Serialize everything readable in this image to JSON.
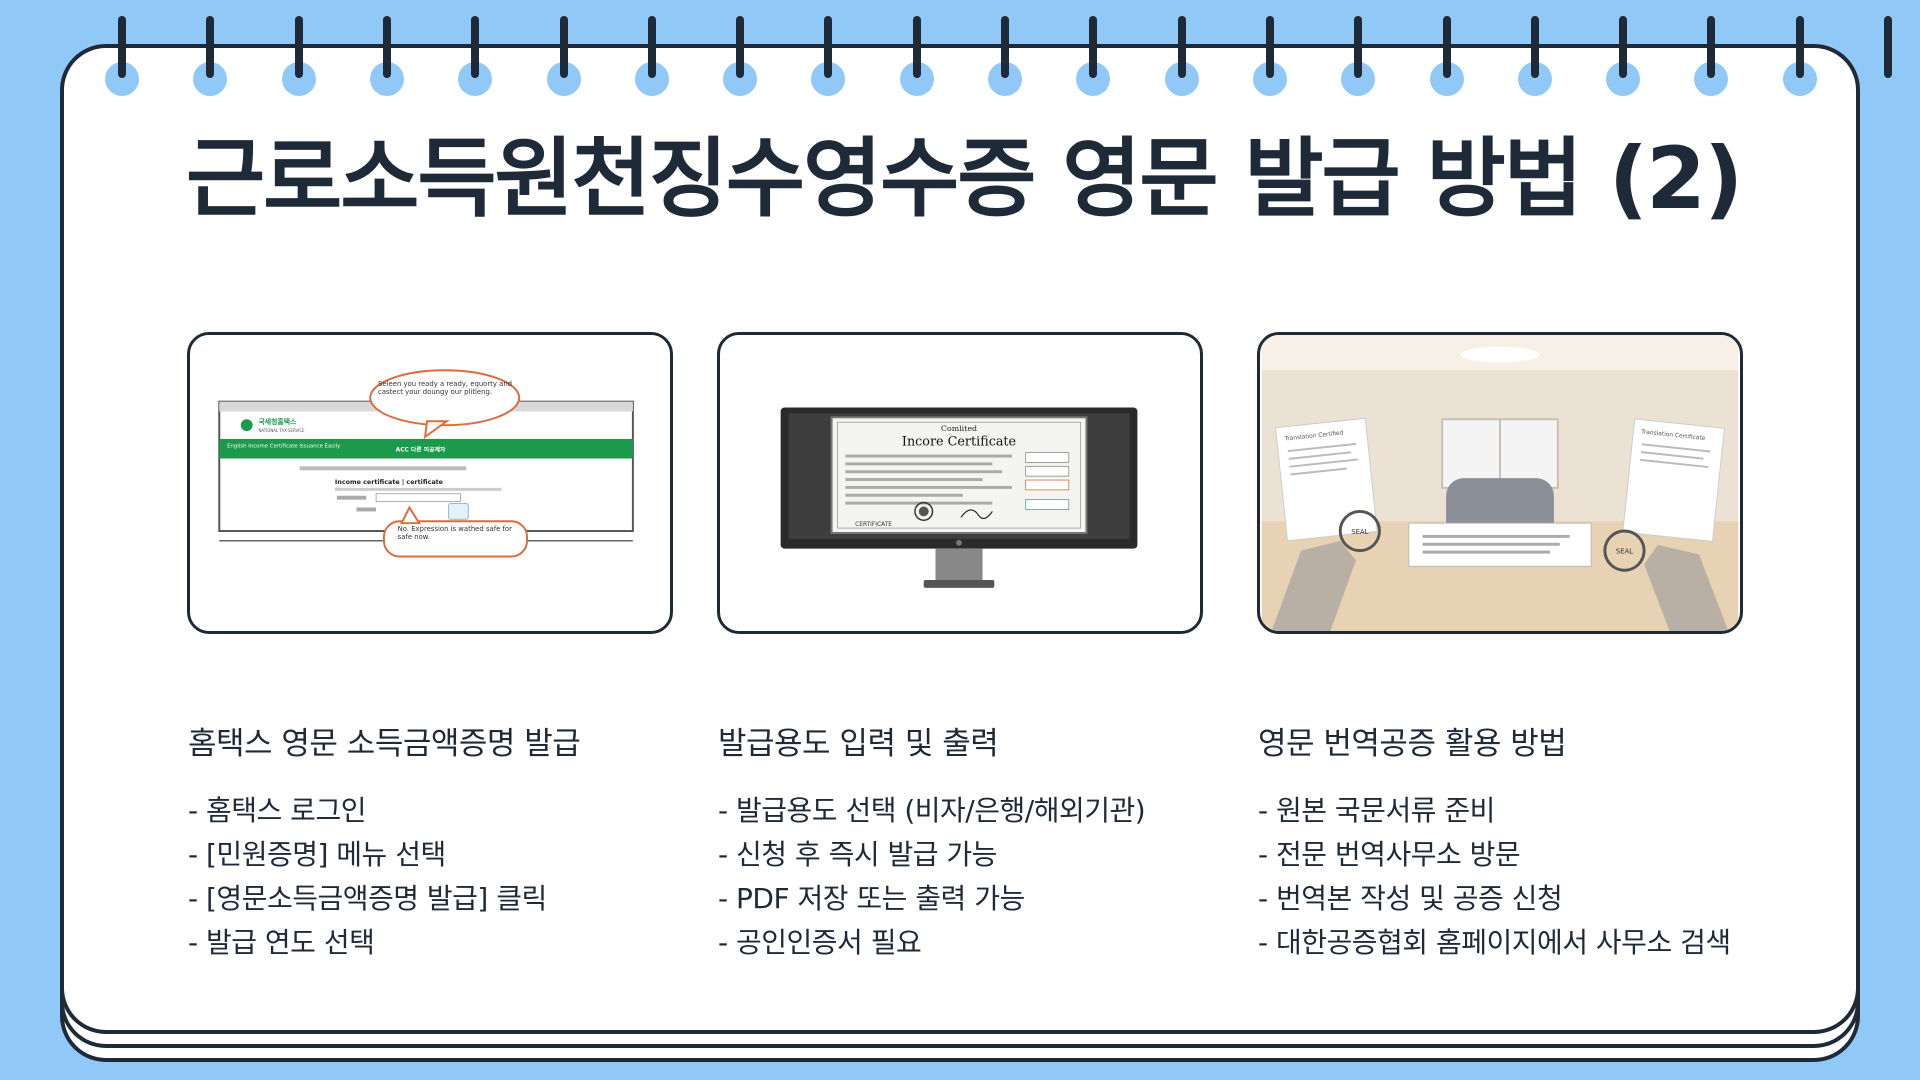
{
  "slide": {
    "title": "근로소득원천징수영수증 영문 발급 방법 (2)"
  },
  "cards": [
    {
      "heading": "홈택스 영문 소득금액증명 발급",
      "items": [
        "- 홈택스 로그인",
        "- [민원증명] 메뉴 선택",
        "- [영문소득금액증명 발급] 클릭",
        "- 발급 연도 선택"
      ],
      "image": {
        "icon": "website-screenshot-illustration",
        "site_name": "국세청홈택스",
        "site_sub": "NATIONAL TAX SERVICE",
        "banner": "English Income Certificate Issuance Easily",
        "nav_center": "ACC 다른 피공제자",
        "form_heading": "Income certificate | certificate",
        "bubble_top": "Seleen you ready a ready, equorty and castect your doungy our plitleng.",
        "bubble_bottom": "No. Expression is wathed safe for safe now."
      }
    },
    {
      "heading": "발급용도 입력 및 출력",
      "items": [
        "- 발급용도 선택 (비자/은행/해외기관)",
        "- 신청 후 즉시 발급 가능",
        "- PDF 저장 또는 출력 가능",
        "- 공인인증서 필요"
      ],
      "image": {
        "icon": "monitor-certificate-illustration",
        "doc_small": "Comlited",
        "doc_title": "Incore Certificate",
        "doc_footer": "CERTIFICATE"
      }
    },
    {
      "heading": "영문 번역공증 활용 방법",
      "items": [
        "- 원본 국문서류 준비",
        "- 전문 번역사무소 방문",
        "- 번역본 작성 및 공증 신청",
        "- 대한공증협회 홈페이지에서 사무소 검색"
      ],
      "image": {
        "icon": "notary-office-illustration",
        "doc_left": "Translation Certified",
        "doc_right": "Translation Certificate",
        "seal": "SEAL"
      }
    }
  ],
  "colors": {
    "background": "#90c8f8",
    "ink": "#1e2a38",
    "accent_green": "#1a9a4a",
    "bubble_orange": "#e06a3a"
  }
}
